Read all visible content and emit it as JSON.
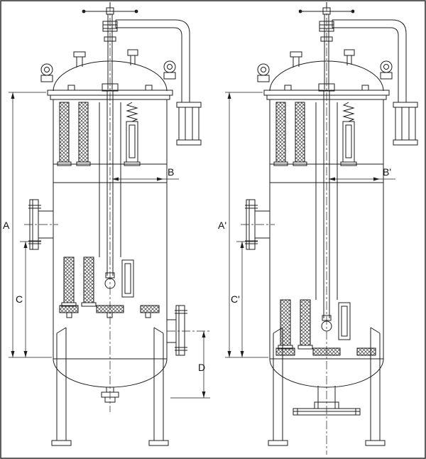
{
  "figure": {
    "background_color": "#ffffff",
    "line_color": "#1c1c1c",
    "left_vessel": {
      "dim_a": "A",
      "dim_b": "B",
      "dim_c": "C",
      "dim_d": "D"
    },
    "right_vessel": {
      "dim_a": "A'",
      "dim_b": "B'",
      "dim_c": "C'"
    }
  }
}
